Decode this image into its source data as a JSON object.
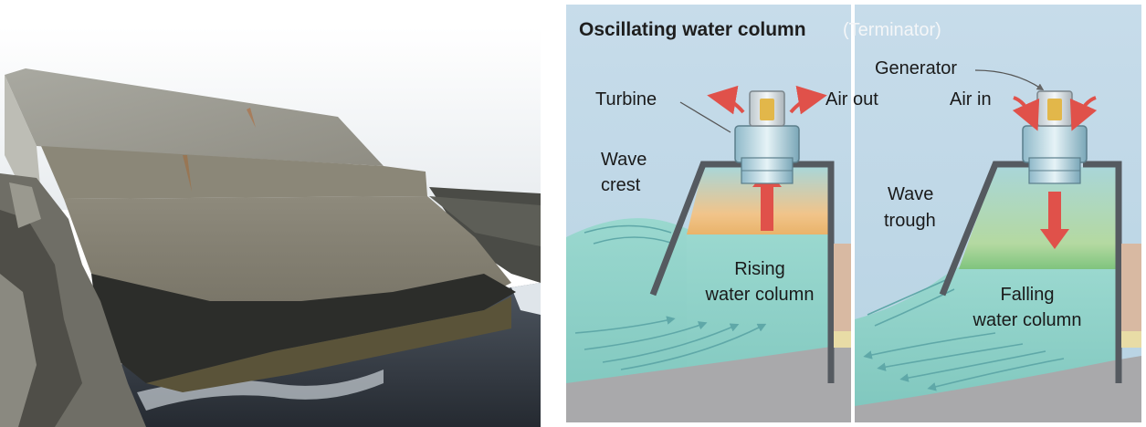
{
  "photo": {
    "icon": "concrete-wave-power-station-photo"
  },
  "diagram": {
    "title": "Oscillating water column",
    "subtitle": "(Terminator)",
    "labels": {
      "turbine": "Turbine",
      "air_out": "Air out",
      "generator": "Generator",
      "air_in": "Air in",
      "wave_crest_1": "Wave",
      "wave_crest_2": "crest",
      "wave_trough_1": "Wave",
      "wave_trough_2": "trough",
      "rising_1": "Rising",
      "rising_2": "water column",
      "falling_1": "Falling",
      "falling_2": "water column"
    },
    "colors": {
      "background": "#c3dbea",
      "water": "#8fd1c9",
      "wall": "#555a60",
      "arrow": "#e0514a",
      "seabed": "#a9a9ab"
    }
  }
}
